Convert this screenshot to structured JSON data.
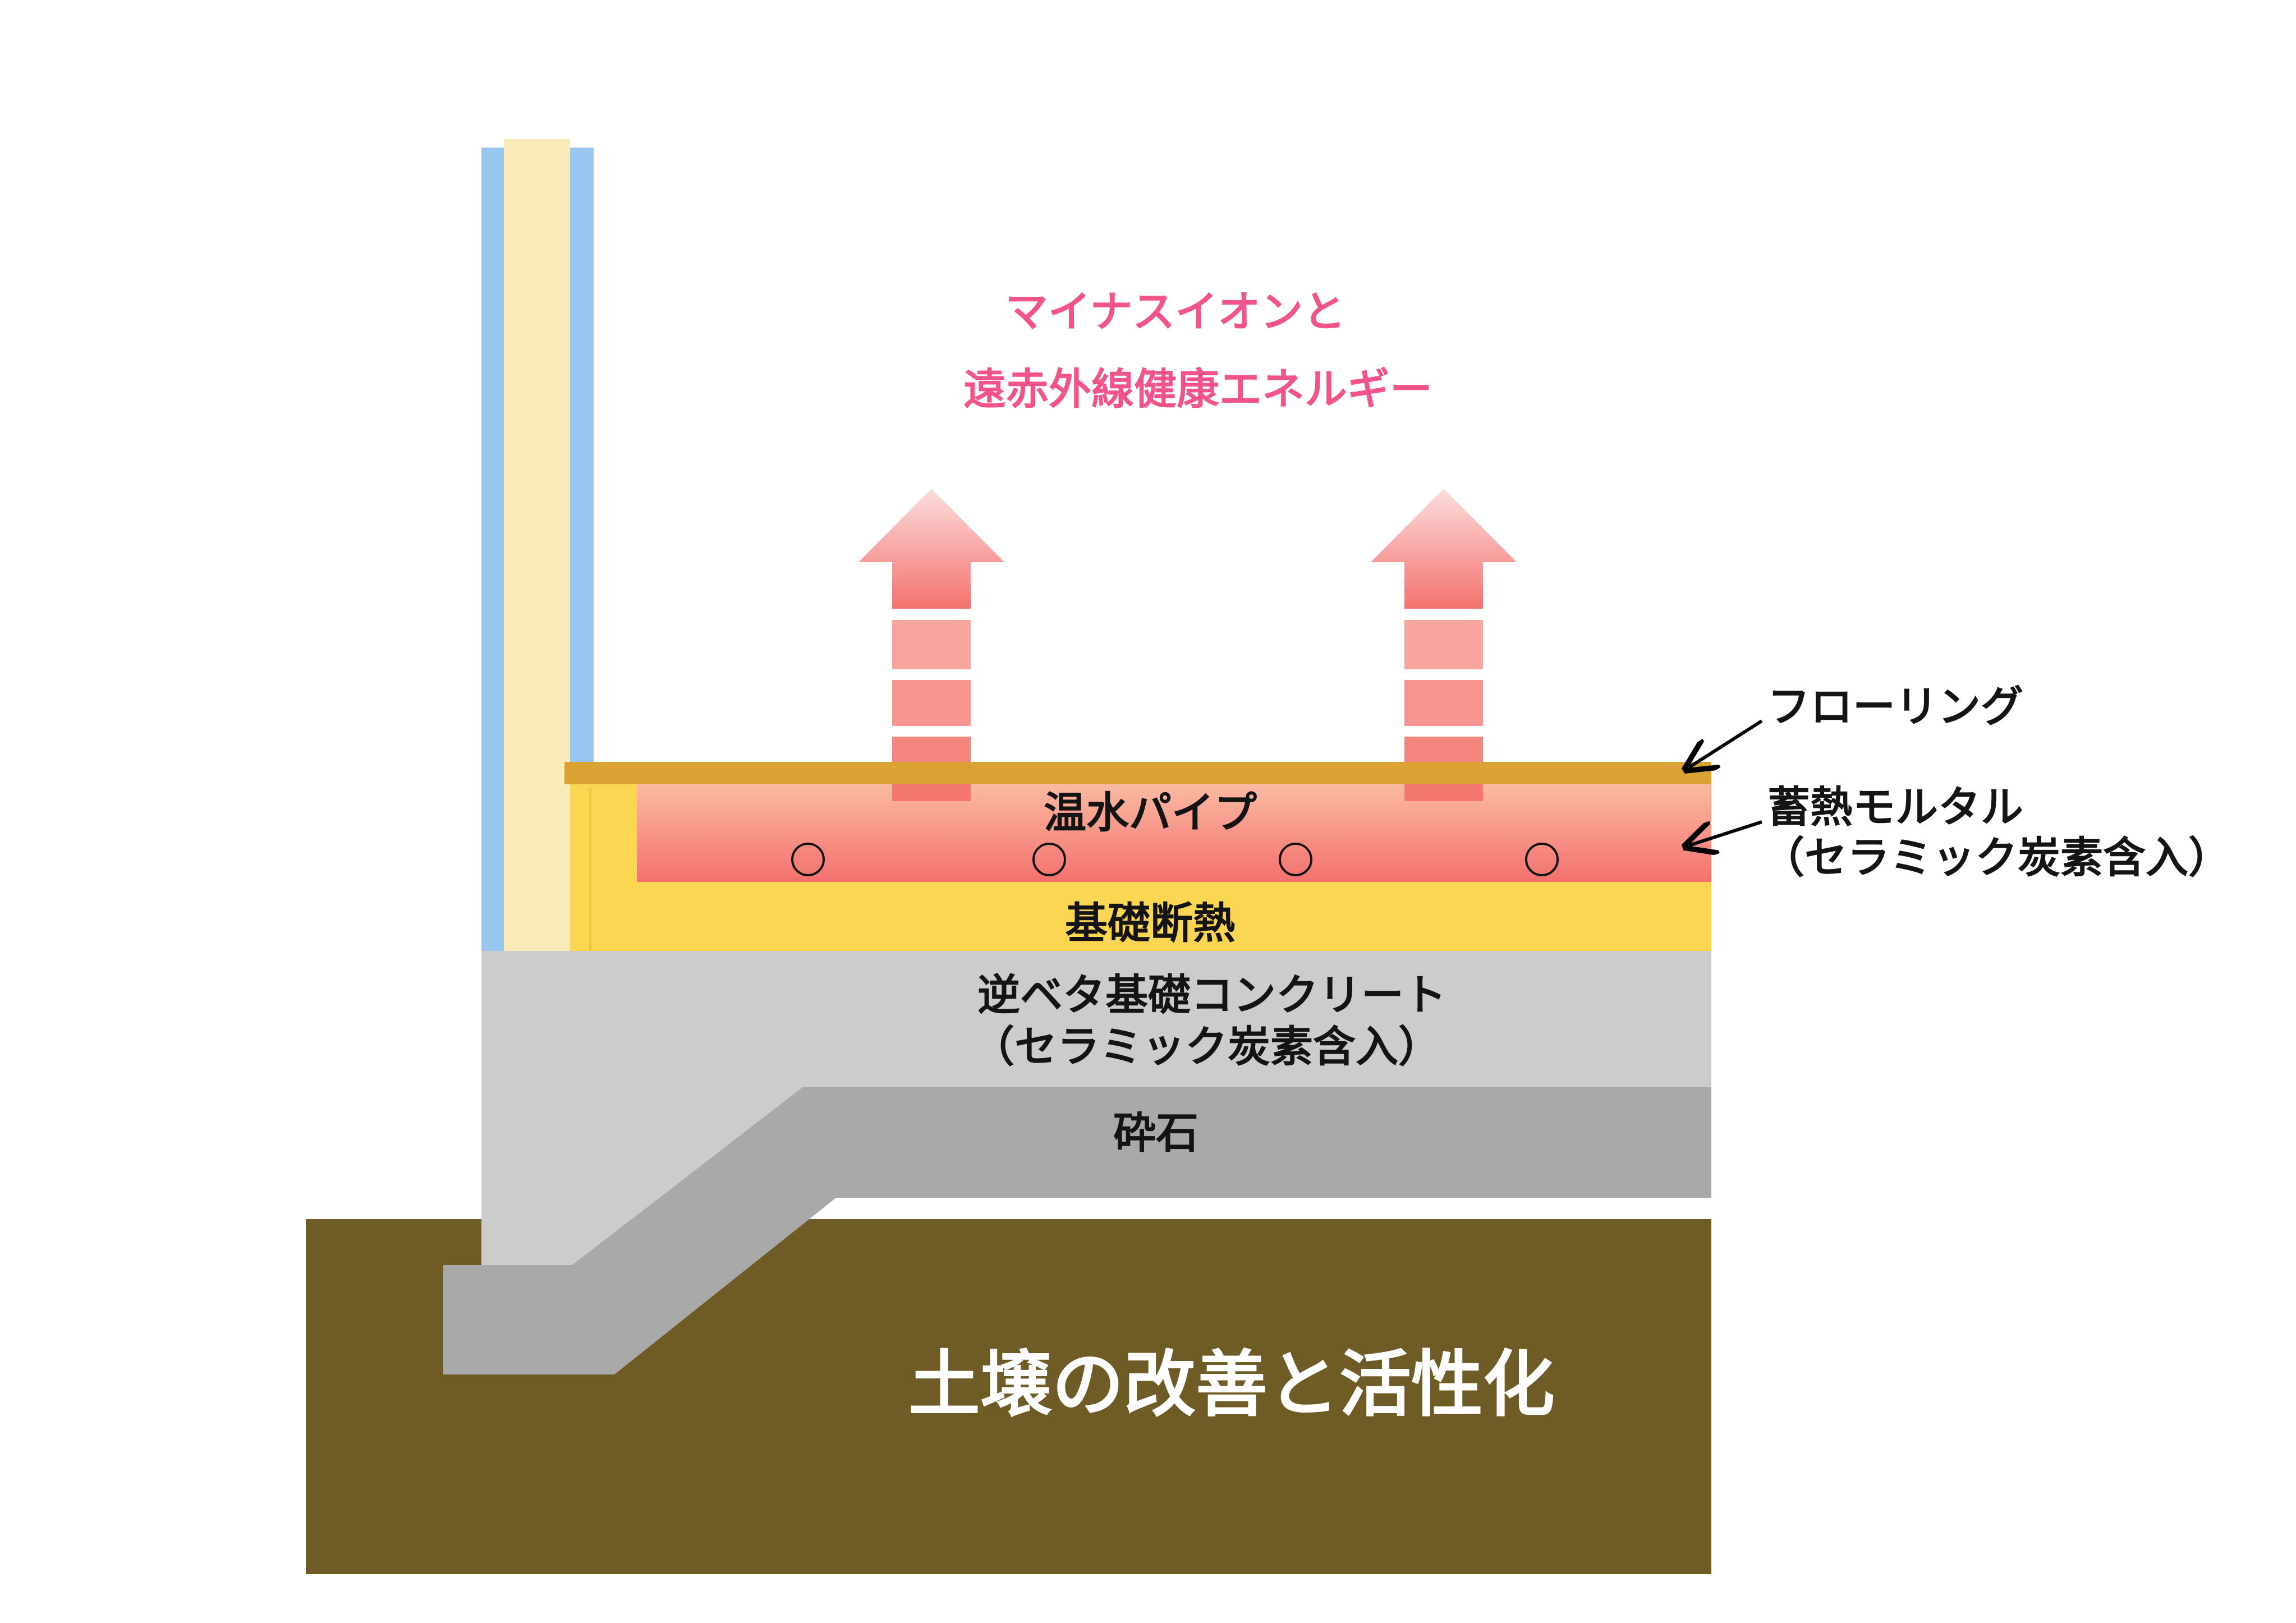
{
  "headline": {
    "line1": "マイナスイオンと",
    "line2": "遠赤外線健康エネルギー"
  },
  "layers": {
    "flooring": "フローリング",
    "heat_storage_line1": "蓄熱モルタル",
    "heat_storage_line2": "（セラミック炭素含入）",
    "hot_water_pipe": "温水パイプ",
    "foundation_insulation": "基礎断熱",
    "foundation_concrete_line1": "逆ベタ基礎コンクリート",
    "foundation_concrete_line2": "（セラミック炭素含入）",
    "gravel": "砕石",
    "soil": "土壌の改善と活性化"
  },
  "colors": {
    "wall_outer": "#99c6ef",
    "wall_core": "#f8ebb8",
    "flooring": "#d9a233",
    "insulation": "#fbd653",
    "mortar_top": "#fab3a0",
    "mortar_bottom": "#f4736f",
    "concrete": "#cdcccc",
    "gravel": "#aaa9a9",
    "soil": "#6f5b26",
    "headline": "#f0548a"
  },
  "icons": {
    "arrow": "heat-rising-arrow-icon",
    "pipe": "pipe-cross-section-icon",
    "leader": "leader-arrow-icon"
  }
}
